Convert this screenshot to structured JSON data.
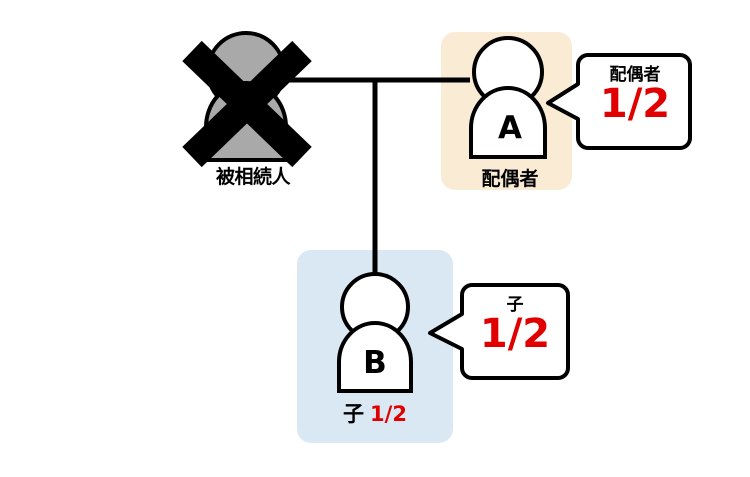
{
  "diagram": {
    "type": "inheritance-share-family-tree",
    "background_color": "#ffffff"
  },
  "nodes": {
    "deceased": {
      "label": "被相続人",
      "marker": "black-x-cross",
      "body_color": "#a9a9a9",
      "outline_color": "#000000"
    },
    "spouse": {
      "letter": "A",
      "label": "配偶者",
      "highlight_color": "#faebd5",
      "body_color": "#ffffff",
      "outline_color": "#000000"
    },
    "child": {
      "letter": "B",
      "label_text": "子",
      "label_share": "1/2",
      "highlight_color": "#d9e8f3",
      "body_color": "#ffffff",
      "outline_color": "#000000"
    }
  },
  "callouts": {
    "spouse": {
      "title": "配偶者",
      "value": "1/2",
      "title_color": "#000000",
      "value_color": "#e00000",
      "border_color": "#000000",
      "fill_color": "#ffffff"
    },
    "child": {
      "title": "子",
      "value": "1/2",
      "title_color": "#000000",
      "value_color": "#e00000",
      "border_color": "#000000",
      "fill_color": "#ffffff"
    }
  },
  "connectors": {
    "marriage_line": "horizontal",
    "descent_line": "vertical",
    "color": "#000000"
  }
}
